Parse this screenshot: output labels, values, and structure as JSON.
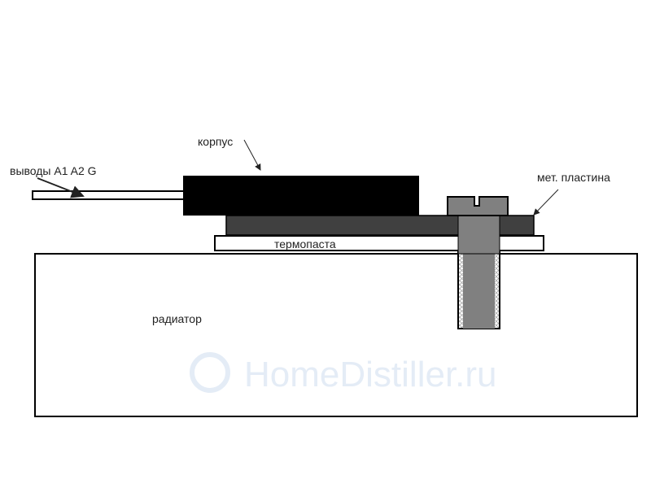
{
  "labels": {
    "body": "корпус",
    "leads": "выводы A1 A2 G",
    "plate": "мет. пластина",
    "paste": "термопаста",
    "radiator": "радиатор"
  },
  "watermark": "HomeDistiller.ru",
  "colors": {
    "body": "#000000",
    "plate": "#404040",
    "screw": "#808080",
    "watermark": "#e4ecf6"
  }
}
